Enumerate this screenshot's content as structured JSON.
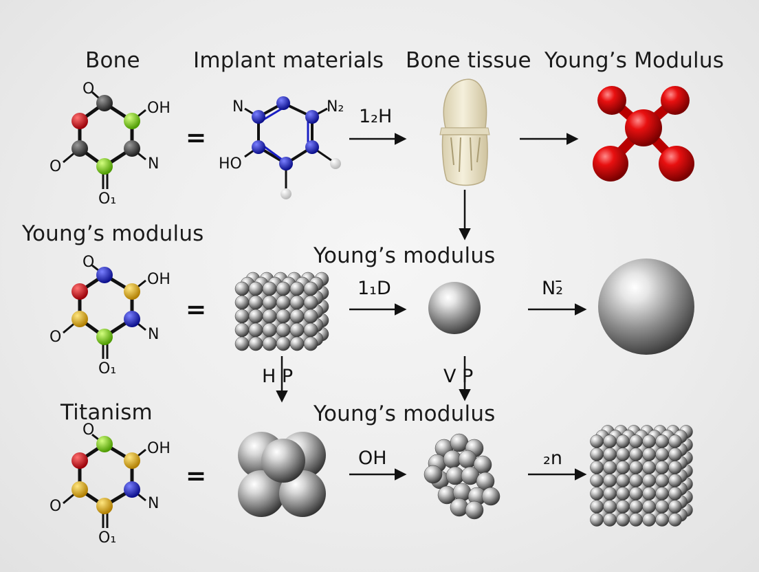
{
  "headers": {
    "bone": "Bone",
    "implant": "Implant materials",
    "bone_tissue": "Bone tissue",
    "youngs_modulus_top": "Young’s Modulus",
    "youngs_modulus_left": "Young’s modulus",
    "youngs_modulus_mid": "Young’s modulus",
    "titanism": "Titanism",
    "youngs_modulus_bottom": "Young’s modulus"
  },
  "molecule_labels": {
    "r1": {
      "o_top": "O",
      "oh": "OH",
      "o_left": "O",
      "n": "N",
      "o_bottom": "O₁"
    },
    "r2": {
      "o_top": "O",
      "oh": "OH",
      "o_left": "O",
      "n": "N",
      "o_bottom": "O₁"
    },
    "r3": {
      "o_top": "O",
      "oh": "OH",
      "o_left": "O",
      "n": "N",
      "o_bottom": "O₁"
    },
    "implant": {
      "n": "N",
      "n2": "N₂",
      "ho": "HO"
    }
  },
  "equals": [
    "=",
    "=",
    "="
  ],
  "arrow_labels": {
    "row1_a": "1₂H",
    "row2_a": "1₁D",
    "row2_b": "N₂̄",
    "down_left": "H P",
    "down_mid": "V P",
    "row3_a": "OH",
    "row3_b": "₂n"
  },
  "colors": {
    "carbon": "#3a3a3a",
    "oxygen": "#d0141a",
    "green": "#7bd11a",
    "blue": "#1a1fc4",
    "yellow": "#e0b412",
    "red_model": "#e01010",
    "bone": "#efe8cf",
    "metal": "#9a9a9a"
  }
}
